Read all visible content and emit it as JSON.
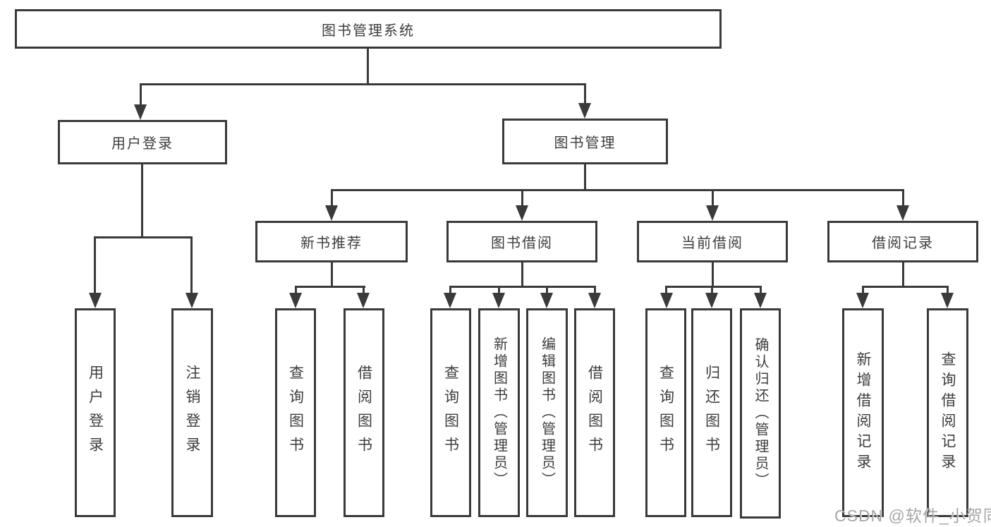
{
  "colors": {
    "line": "#3a3a3a",
    "text": "#3d3d3d",
    "watermark": "#a6a6a6",
    "background": "#ffffff"
  },
  "root": {
    "label": "图书管理系统"
  },
  "level2": [
    {
      "label": "用户登录"
    },
    {
      "label": "图书管理"
    }
  ],
  "level3": [
    {
      "label": "新书推荐"
    },
    {
      "label": "图书借阅"
    },
    {
      "label": "当前借阅"
    },
    {
      "label": "借阅记录"
    }
  ],
  "leaves": [
    {
      "label": "用户登录"
    },
    {
      "label": "注销登录"
    },
    {
      "label": "查询图书"
    },
    {
      "label": "借阅图书"
    },
    {
      "label": "查询图书"
    },
    {
      "label": "新增图书（管理员）"
    },
    {
      "label": "编辑图书（管理员）"
    },
    {
      "label": "借阅图书"
    },
    {
      "label": "查询图书"
    },
    {
      "label": "归还图书"
    },
    {
      "label": "确认归还（管理员）"
    },
    {
      "label": "新增借阅记录"
    },
    {
      "label": "查询借阅记录"
    }
  ],
  "watermark": {
    "label": "CSDN @软件_小贺同学"
  }
}
